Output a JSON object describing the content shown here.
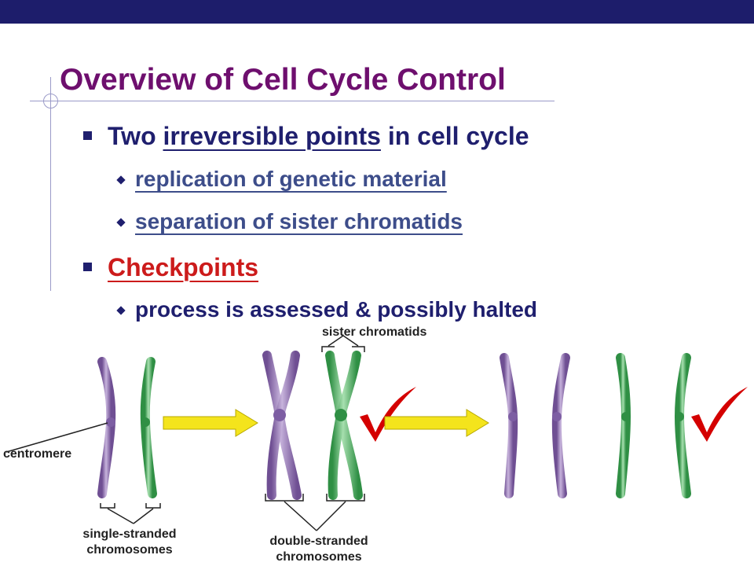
{
  "title": "Overview of Cell Cycle Control",
  "bullets": {
    "b1_pre": "Two ",
    "b1_link": "irreversible points",
    "b1_post": " in cell cycle",
    "sub1": "replication of genetic material",
    "sub2": "separation of sister chromatids",
    "b2": "Checkpoints",
    "sub3": "process is assessed & possibly halted"
  },
  "diagram": {
    "sister_chromatids": "sister chromatids",
    "centromere": "centromere",
    "single_stranded_1": "single-stranded",
    "single_stranded_2": "chromosomes",
    "double_stranded_1": "double-stranded",
    "double_stranded_2": "chromosomes"
  },
  "colors": {
    "purple_chromosome": "#9b80b6",
    "green_chromosome": "#6cc07a",
    "arrow": "#f4e41c",
    "checkmark": "#d40000",
    "title": "#6e0f6e"
  }
}
